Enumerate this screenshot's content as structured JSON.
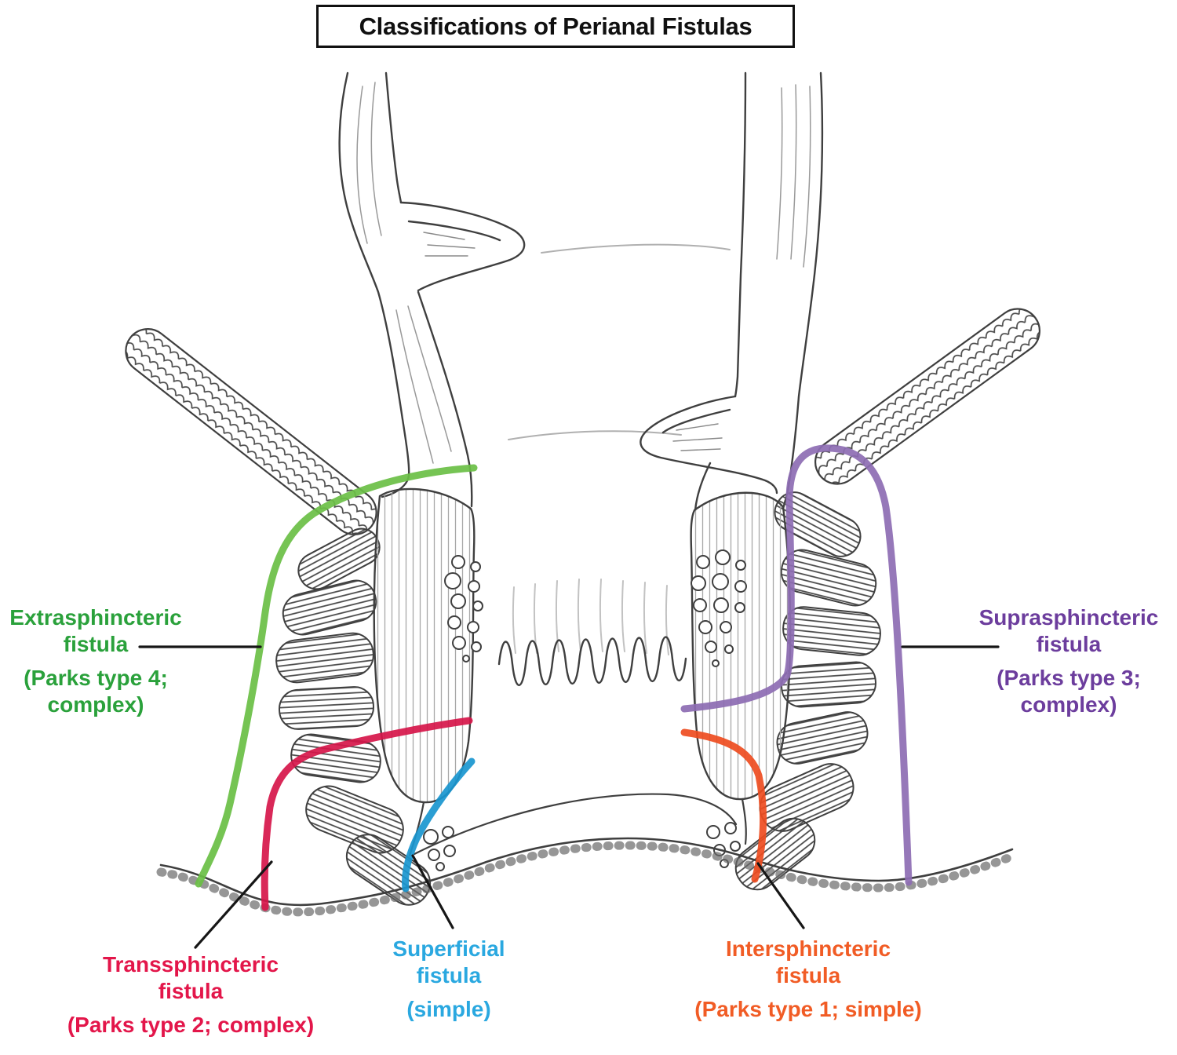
{
  "title": "Classifications of Perianal Fistulas",
  "colors": {
    "extrasphincteric_text": "#2aa13b",
    "extrasphincteric_line": "#6abf45",
    "transsphincteric_text": "#e3164a",
    "transsphincteric_line": "#d6164a",
    "superficial_text": "#2aa8e0",
    "superficial_line": "#1a96d0",
    "intersphincteric_text": "#f15c25",
    "intersphincteric_line": "#ee4d20",
    "suprasphincteric_text": "#6c3d9d",
    "suprasphincteric_line": "#8d6cb3",
    "sketch": "#3f3f3f"
  },
  "labels": {
    "extrasphincteric": {
      "line1": "Extrasphincteric",
      "line2": "fistula",
      "line3": "(Parks type 4;",
      "line4": "complex)"
    },
    "suprasphincteric": {
      "line1": "Suprasphincteric",
      "line2": "fistula",
      "line3": "(Parks type 3;",
      "line4": "complex)"
    },
    "transsphincteric": {
      "line1": "Transsphincteric",
      "line2": "fistula",
      "line3": "(Parks type 2; complex)"
    },
    "superficial": {
      "line1": "Superficial",
      "line2": "fistula",
      "line3": "(simple)"
    },
    "intersphincteric": {
      "line1": "Intersphincteric",
      "line2": "fistula",
      "line3": "(Parks type 1; simple)"
    }
  }
}
